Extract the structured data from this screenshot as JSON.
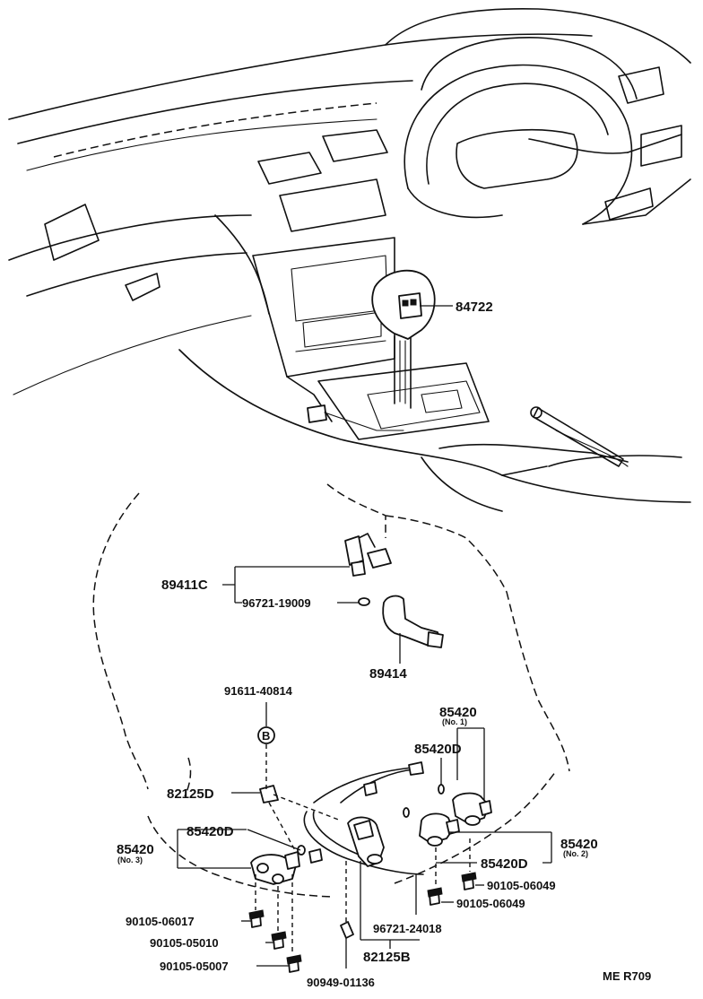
{
  "parts": {
    "p84722": "84722",
    "p89411c": "89411C",
    "p96721_19009": "96721-19009",
    "p89414": "89414",
    "p91611_40814": "91611-40814",
    "circle_b": "B",
    "p85420_no1": "85420",
    "p85420_no1_sub": "(No. 1)",
    "p85420d_top": "85420D",
    "p82125d": "82125D",
    "p85420d_left": "85420D",
    "p85420_no3": "85420",
    "p85420_no3_sub": "(No. 3)",
    "p85420_no2": "85420",
    "p85420_no2_sub": "(No. 2)",
    "p85420d_right": "85420D",
    "p90105_06049_a": "90105-06049",
    "p90105_06049_b": "90105-06049",
    "p96721_24018": "96721-24018",
    "p82125b": "82125B",
    "p90105_06017": "90105-06017",
    "p90105_05010": "90105-05010",
    "p90105_05007": "90105-05007",
    "p90949_01136": "90949-01136"
  },
  "footer": {
    "code": "ME  R709"
  }
}
